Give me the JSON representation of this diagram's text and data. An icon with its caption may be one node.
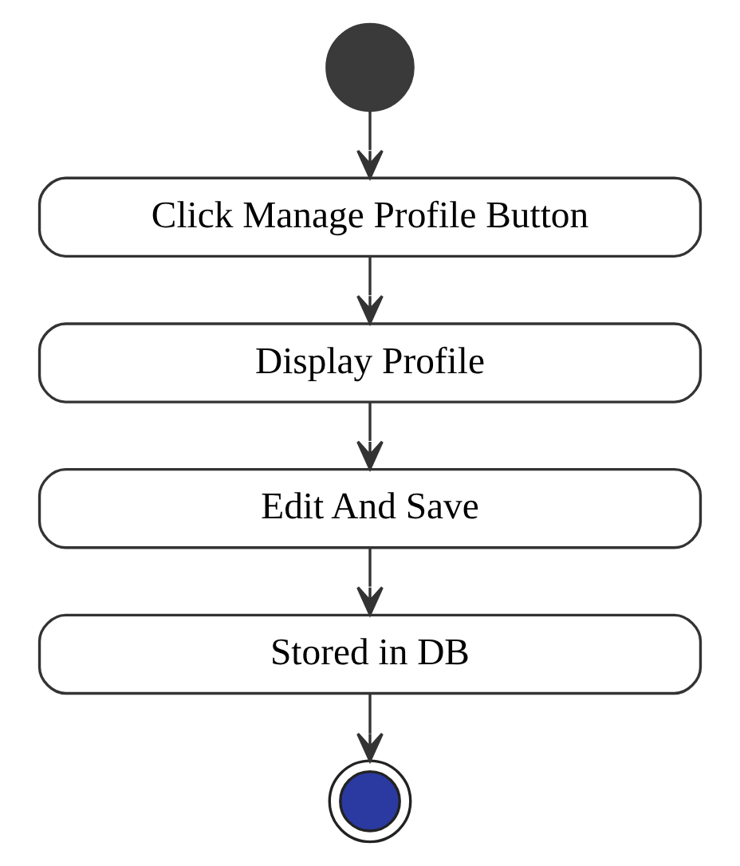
{
  "diagram": {
    "nodes": [
      {
        "text": [],
        "shape": "circle"
      },
      {
        "text": [
          "Click Manage Profile Button"
        ]
      },
      {
        "text": [
          "Display Profile"
        ]
      },
      {
        "text": [
          "Edit And Save"
        ]
      },
      {
        "text": [
          "Stored in DB"
        ]
      },
      {
        "text": [],
        "shape": "circle"
      }
    ],
    "edges": [
      {
        "from": 0,
        "to": 1,
        "arrow": "to"
      },
      {
        "from": 1,
        "to": 2,
        "arrow": "to"
      },
      {
        "from": 2,
        "to": 3,
        "arrow": "to"
      },
      {
        "from": 3,
        "to": 4,
        "arrow": "to"
      },
      {
        "from": 4,
        "to": 5,
        "arrow": "to"
      }
    ]
  }
}
